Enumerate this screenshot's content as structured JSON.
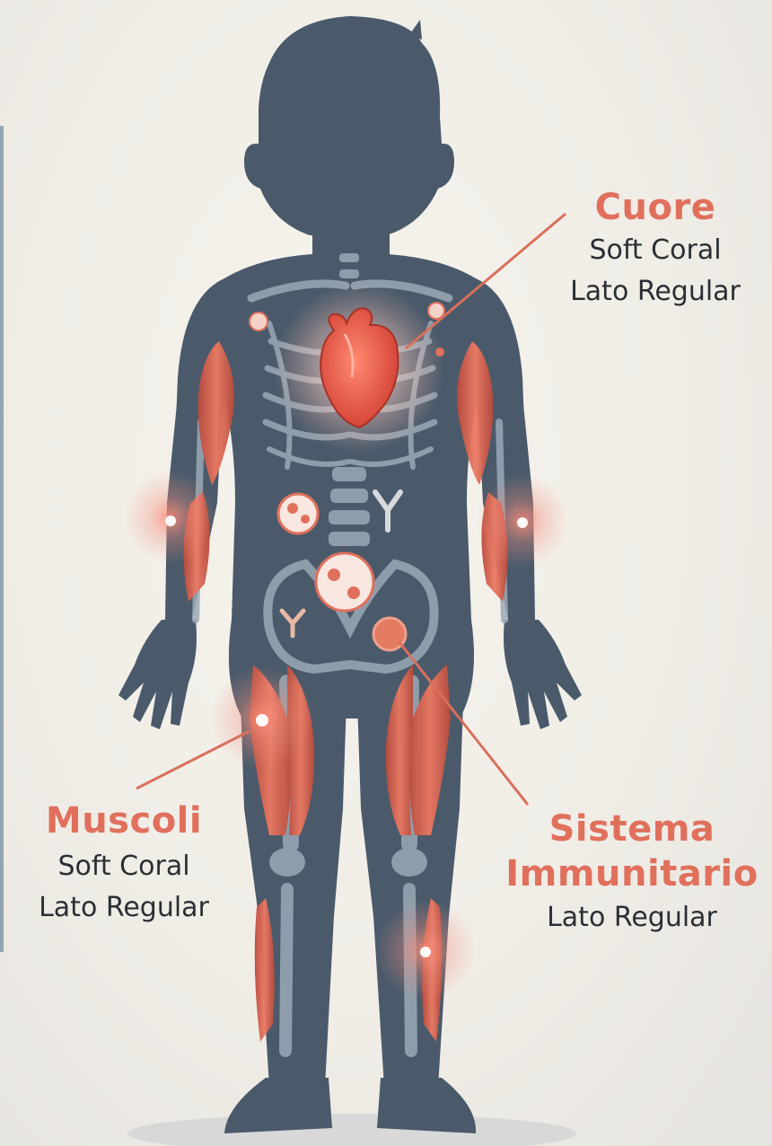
{
  "labels": {
    "cuore": {
      "title": "Cuore",
      "line1": "Soft Coral",
      "line2": "Lato Regular"
    },
    "muscoli": {
      "title": "Muscoli",
      "line1": "Soft Coral",
      "line2": "Lato Regular"
    },
    "sistema": {
      "title_line1": "Sistema",
      "title_line2": "Immunitario",
      "line1": "Lato Regular"
    }
  },
  "colors": {
    "body": "#4a5a6b",
    "accent": "#e0705c",
    "muscle": "#d9604c",
    "bone": "#9aa9b6",
    "background": "#f3f0ea"
  }
}
